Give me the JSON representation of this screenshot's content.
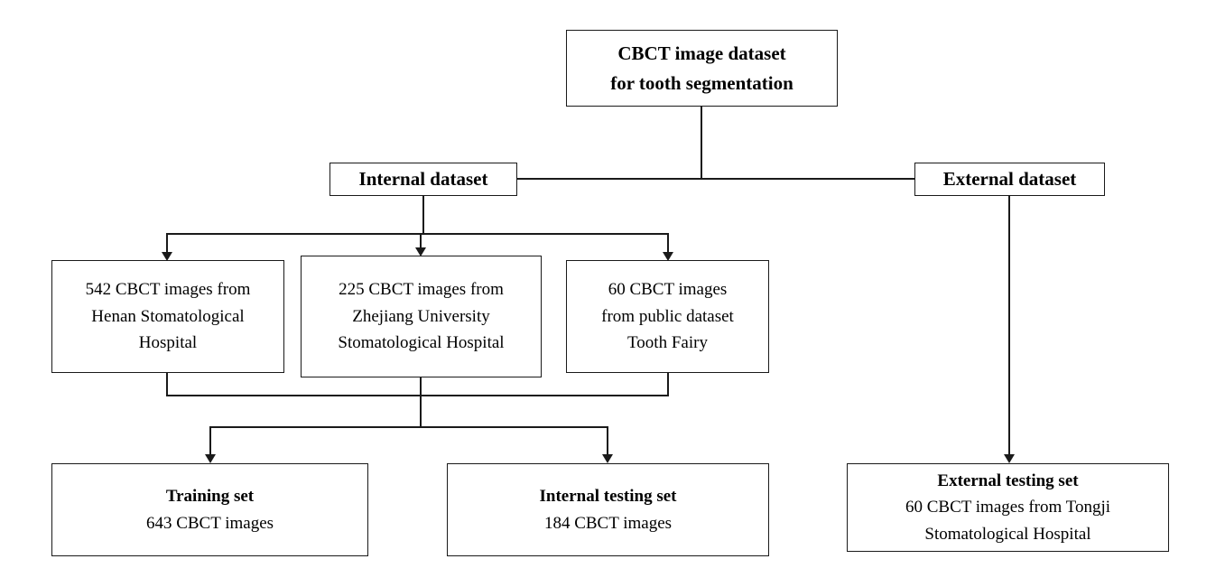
{
  "colors": {
    "line": "#1a1a1a",
    "background": "#ffffff",
    "text": "#000000"
  },
  "root": {
    "lines": [
      "CBCT image dataset",
      "for tooth segmentation"
    ]
  },
  "internal": {
    "label": "Internal dataset"
  },
  "external": {
    "label": "External dataset"
  },
  "sources": [
    {
      "lines": [
        "542 CBCT images from",
        "Henan Stomatological",
        "Hospital"
      ]
    },
    {
      "lines": [
        "225 CBCT images from",
        "Zhejiang University",
        "Stomatological Hospital"
      ]
    },
    {
      "lines": [
        "60 CBCT images",
        "from public dataset",
        "Tooth Fairy"
      ]
    }
  ],
  "training": {
    "title": "Training set",
    "subtitle": "643 CBCT images"
  },
  "internal_testing": {
    "title": "Internal testing set",
    "subtitle": "184 CBCT images"
  },
  "external_testing": {
    "title": "External testing set",
    "subtitle_lines": [
      "60 CBCT images from Tongji",
      "Stomatological Hospital"
    ]
  }
}
